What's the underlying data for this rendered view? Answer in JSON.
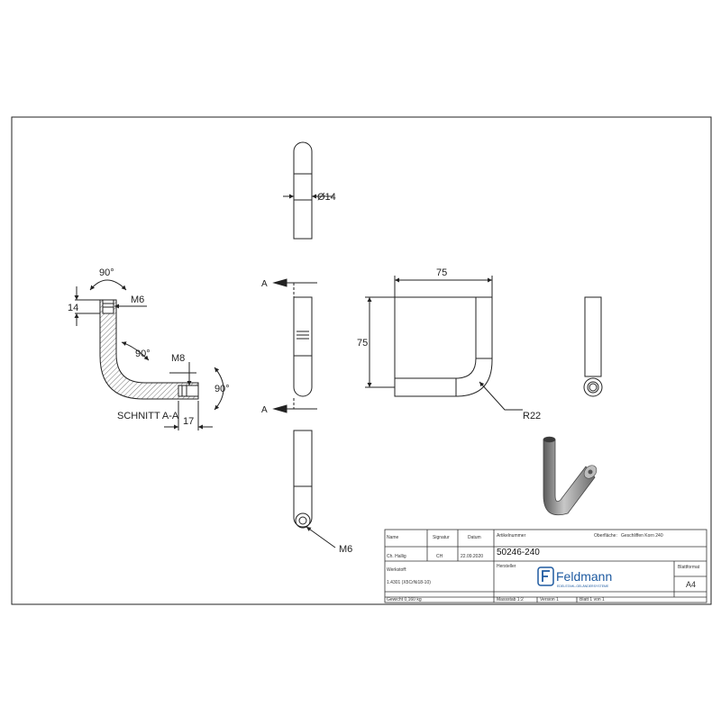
{
  "drawing": {
    "top_view_label": "Ø14",
    "section_labels": {
      "angle_top": "90°",
      "dim_14": "14",
      "thread_top": "M6",
      "angle_bend": "90°",
      "thread_end": "M8",
      "angle_end": "90°",
      "dim_17": "17",
      "section_title": "SCHNITT A-A"
    },
    "section_marker_top": "A",
    "section_marker_bottom": "A",
    "front_view": {
      "dim_width": "75",
      "dim_height": "75",
      "radius": "R22"
    },
    "bottom_view_label": "M6"
  },
  "title_block": {
    "col_headers": [
      "Name",
      "Signatur",
      "Datum"
    ],
    "row_values": [
      "Ch. Hallig",
      "CH",
      "22.09.2020"
    ],
    "article_label": "Artikelnummer",
    "article_number": "50246-240",
    "surface_label": "Oberfläche:",
    "surface_value": "Geschliffen Korn 240",
    "material_label": "Werkstoff:",
    "material_value": "1.4301 (X5CrNi18-10)",
    "maker_label": "Hersteller",
    "company": "Feldmann",
    "company_tagline": "EDELSTAHL-GELÄNDERSYSTEME",
    "format_label": "Blattformat",
    "format_value": "A4",
    "weight": "Gewicht 0,160 kg",
    "scale": "Massstab 1:2",
    "version": "Version 1",
    "sheet": "Blatt 1 von 1"
  },
  "colors": {
    "line": "#222222",
    "hatch": "#555555",
    "brand": "#1e5aa0",
    "render": "#8a8a8a"
  }
}
